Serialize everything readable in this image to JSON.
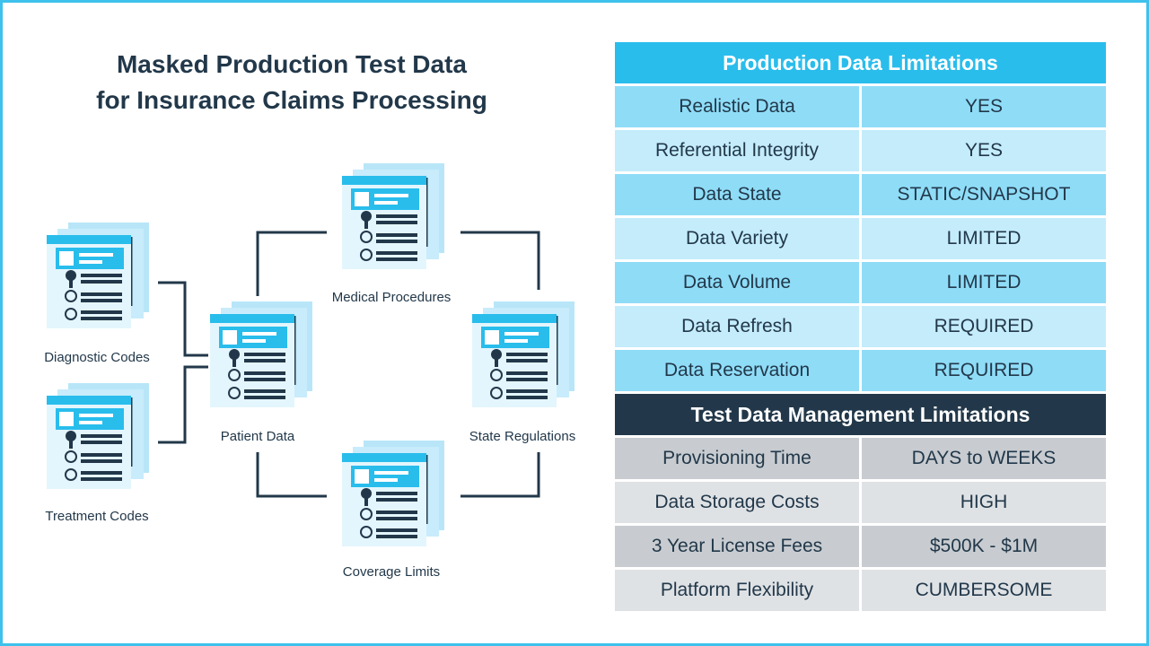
{
  "title": {
    "line1": "Masked Production Test Data",
    "line2": "for Insurance Claims Processing"
  },
  "diagram": {
    "nodes": [
      {
        "id": "diagnostic",
        "label": "Diagnostic Codes",
        "icon": "document-stack-icon"
      },
      {
        "id": "treatment",
        "label": "Treatment Codes",
        "icon": "document-stack-icon"
      },
      {
        "id": "patient",
        "label": "Patient Data",
        "icon": "document-stack-icon"
      },
      {
        "id": "medical",
        "label": "Medical Procedures",
        "icon": "document-stack-icon"
      },
      {
        "id": "coverage",
        "label": "Coverage Limits",
        "icon": "document-stack-icon"
      },
      {
        "id": "state",
        "label": "State Regulations",
        "icon": "document-stack-icon"
      }
    ],
    "edges": [
      [
        "diagnostic",
        "patient"
      ],
      [
        "treatment",
        "patient"
      ],
      [
        "patient",
        "medical"
      ],
      [
        "patient",
        "coverage"
      ],
      [
        "medical",
        "state"
      ],
      [
        "coverage",
        "state"
      ]
    ]
  },
  "production_table": {
    "header": "Production Data Limitations",
    "rows": [
      {
        "label": "Realistic Data",
        "value": "YES"
      },
      {
        "label": "Referential Integrity",
        "value": "YES"
      },
      {
        "label": "Data State",
        "value": "STATIC/SNAPSHOT"
      },
      {
        "label": "Data Variety",
        "value": "LIMITED"
      },
      {
        "label": "Data Volume",
        "value": "LIMITED"
      },
      {
        "label": "Data Refresh",
        "value": "REQUIRED"
      },
      {
        "label": "Data Reservation",
        "value": "REQUIRED"
      }
    ]
  },
  "tdm_table": {
    "header": "Test Data Management Limitations",
    "rows": [
      {
        "label": "Provisioning Time",
        "value": "DAYS to WEEKS"
      },
      {
        "label": "Data Storage Costs",
        "value": "HIGH"
      },
      {
        "label": "3 Year License Fees",
        "value": "$500K - $1M"
      },
      {
        "label": "Platform Flexibility",
        "value": "CUMBERSOME"
      }
    ]
  },
  "colors": {
    "frame": "#3ec1ec",
    "accent": "#29bdec",
    "dark": "#22384a",
    "doc_back": "#b8e6f8",
    "doc_front": "#e4f6fd"
  }
}
